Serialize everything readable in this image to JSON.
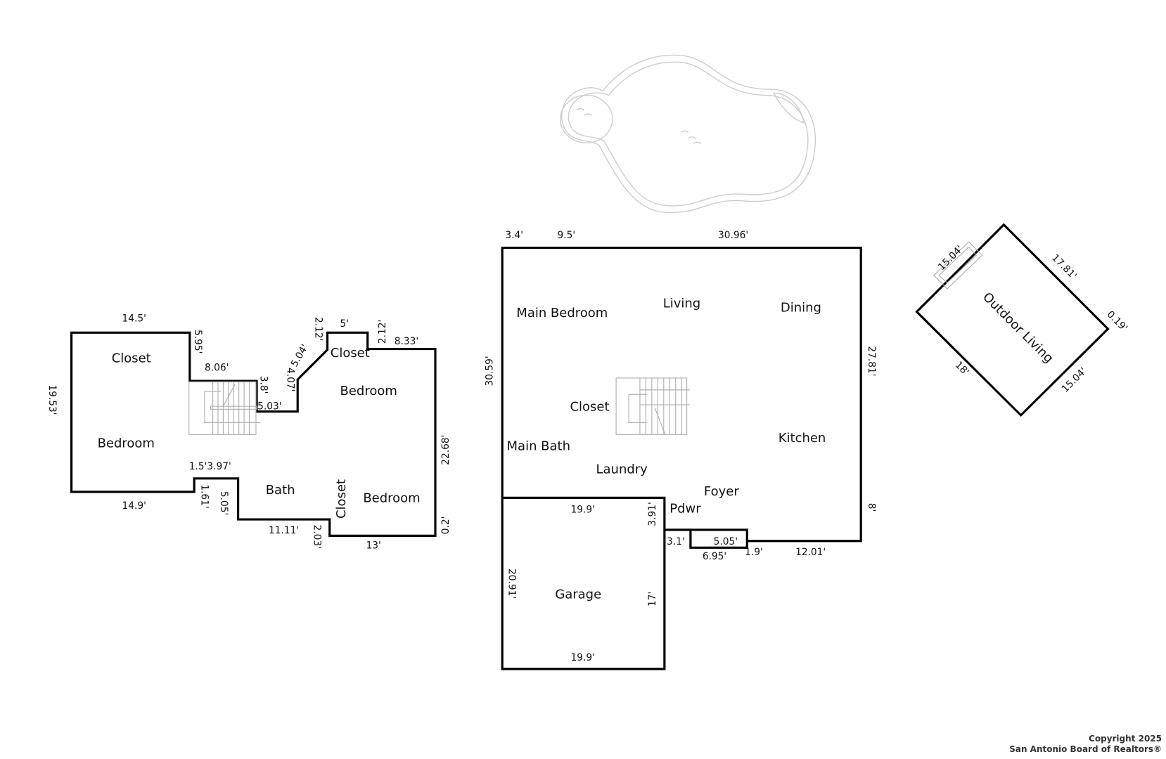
{
  "rooms": {
    "upper": [
      "Closet",
      "Bedroom",
      "Bedroom",
      "Closet",
      "Bath",
      "Closet",
      "Bedroom"
    ],
    "main": [
      "Main Bedroom",
      "Living",
      "Dining",
      "Closet",
      "Main Bath",
      "Laundry",
      "Kitchen",
      "Foyer",
      "Pdwr",
      "Garage"
    ],
    "outdoor": "Outdoor Living"
  },
  "dims": {
    "upper": [
      "14.5'",
      "19.53'",
      "5.95'",
      "8.06'",
      "3.8'",
      "5.03'",
      "4.07'",
      "5.04'",
      "2.12'",
      "5'",
      "2.12'",
      "8.33'",
      "22.68'",
      "0.2'",
      "13'",
      "2.03'",
      "11.11'",
      "5.05'",
      "1.61'",
      "1.5'3.97'",
      "14.9'"
    ],
    "main": [
      "3.4'",
      "9.5'",
      "30.96'",
      "30.59'",
      "27.81'",
      "8'",
      "12.01'",
      "1.9'",
      "5.05'",
      "6.95'",
      "3.1'",
      "3.91'",
      "19.9'",
      "20.91'",
      "17'",
      "19.9'"
    ],
    "outdoor": [
      "15.04'",
      "17.81'",
      "0.19'",
      "15.04'",
      "18'"
    ]
  },
  "copyright": {
    "line1": "Copyright 2025",
    "line2": "San Antonio Board of Realtors®"
  }
}
